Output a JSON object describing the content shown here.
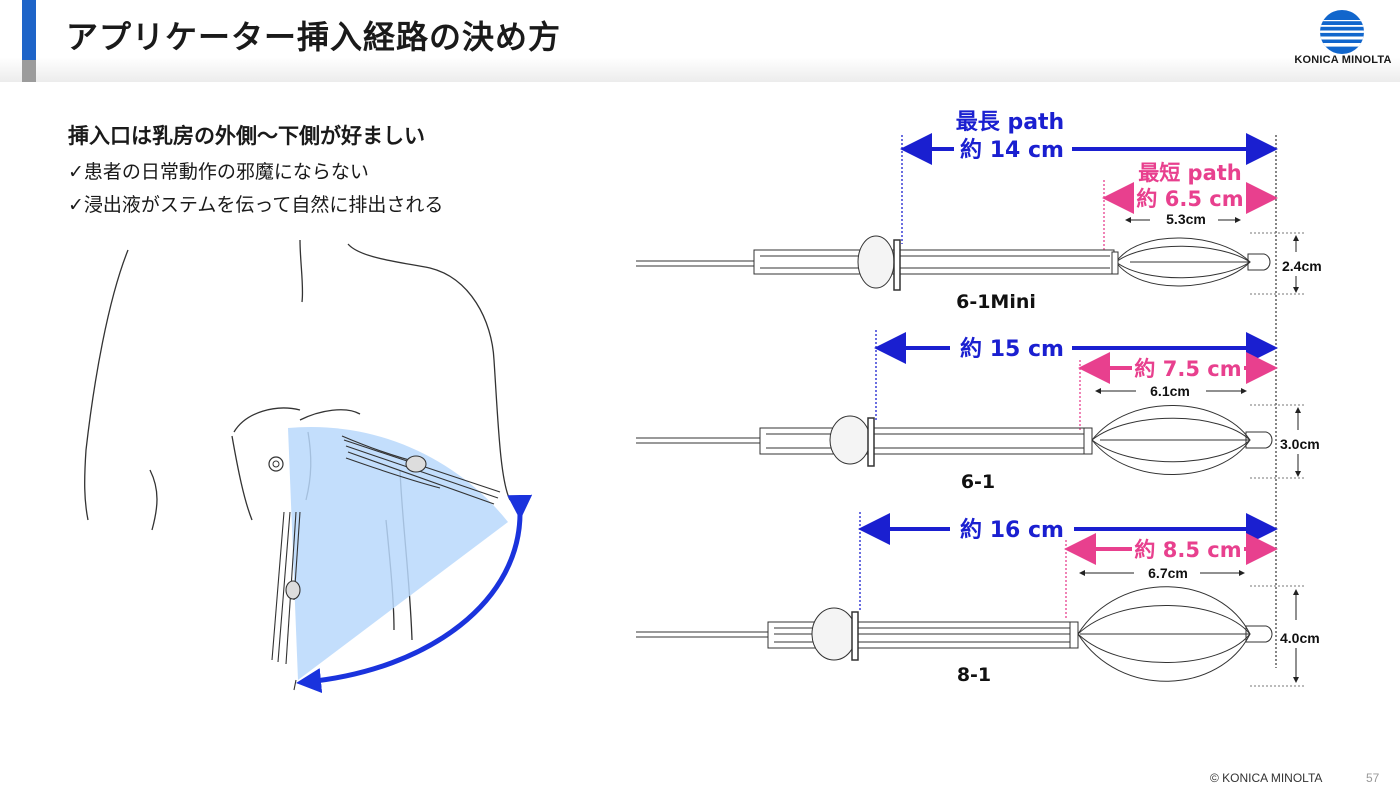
{
  "header": {
    "title": "アプリケーター挿入経路の決め方",
    "logo_text": "KONICA MINOLTA"
  },
  "left": {
    "heading": "挿入口は乳房の外側～下側が好ましい",
    "bullets": [
      "✓患者の日常動作の邪魔にならない",
      "✓浸出液がステムを伝って自然に排出される"
    ]
  },
  "diagram": {
    "longest_title": "最長 path",
    "shortest_title": "最短 path",
    "applicators": [
      {
        "model": "6-1Mini",
        "longest": "約 14 cm",
        "shortest": "約 6.5 cm",
        "balloon_length": "5.3cm",
        "balloon_diameter": "2.4cm"
      },
      {
        "model": "6-1",
        "longest": "約 15 cm",
        "shortest": "約 7.5 cm",
        "balloon_length": "6.1cm",
        "balloon_diameter": "3.0cm"
      },
      {
        "model": "8-1",
        "longest": "約 16 cm",
        "shortest": "約 8.5 cm",
        "balloon_length": "6.7cm",
        "balloon_diameter": "4.0cm"
      }
    ]
  },
  "colors": {
    "accent_blue": "#1e64c8",
    "path_blue": "#1a1fd0",
    "path_pink": "#e8408e",
    "sector_fill": "#b9d8fb"
  },
  "footer": {
    "copyright": "© KONICA MINOLTA",
    "page_number": "57"
  }
}
